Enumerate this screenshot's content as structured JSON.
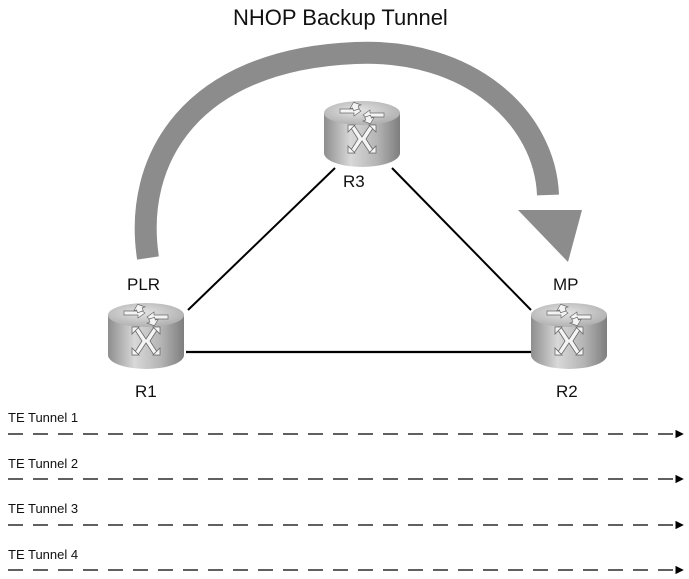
{
  "title": "NHOP Backup Tunnel",
  "nodes": {
    "r1": {
      "label": "R1",
      "role": "PLR",
      "icon": "router-icon"
    },
    "r2": {
      "label": "R2",
      "role": "MP",
      "icon": "router-icon"
    },
    "r3": {
      "label": "R3",
      "icon": "router-icon"
    }
  },
  "links": [
    [
      "R1",
      "R3"
    ],
    [
      "R3",
      "R2"
    ],
    [
      "R1",
      "R2"
    ]
  ],
  "backup_path": [
    "R1",
    "R2"
  ],
  "tunnels": [
    {
      "label": "TE Tunnel 1"
    },
    {
      "label": "TE Tunnel 2"
    },
    {
      "label": "TE Tunnel 3"
    },
    {
      "label": "TE Tunnel 4"
    }
  ],
  "colors": {
    "backup_arrow": "#8c8c8c",
    "router_body": "#a9a9a9",
    "router_top": "#c4c4c4",
    "line": "#000000"
  }
}
